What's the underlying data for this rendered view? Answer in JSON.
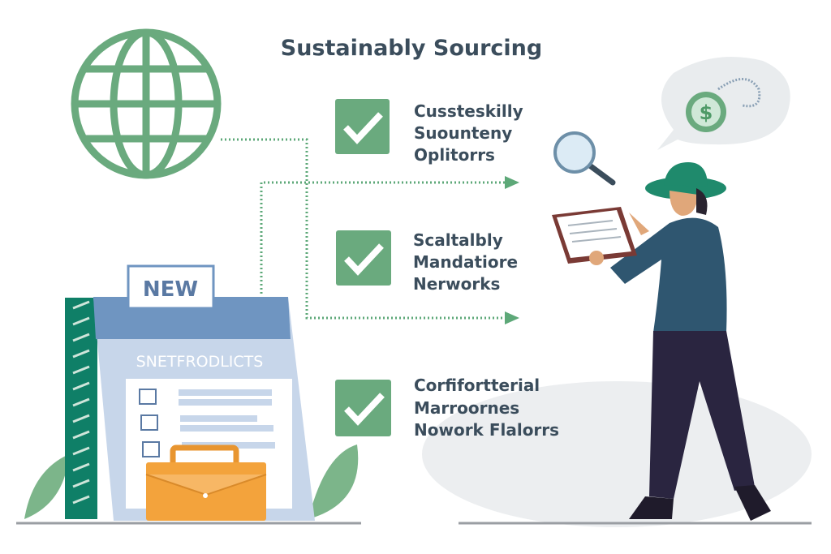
{
  "title": "Sustainably Sourcing",
  "checklist": [
    {
      "lines": [
        "Cussteskilly",
        "Suounteny",
        "Oplitorrs"
      ]
    },
    {
      "lines": [
        "Scaltalbly",
        "Mandatiore",
        "Nerworks"
      ]
    },
    {
      "lines": [
        "Corfifortterial",
        "Marroornes",
        "Nowork Flalorrs"
      ]
    }
  ],
  "book": {
    "tag": "NEW",
    "heading": "SNETFRODLICTS"
  },
  "bubble": {
    "symbol": "$"
  },
  "colors": {
    "green": "#6aaa7e",
    "dark_green": "#0f7f67",
    "blue": "#6f95c1",
    "orange": "#f3a33c",
    "text": "#3b4d5c"
  }
}
